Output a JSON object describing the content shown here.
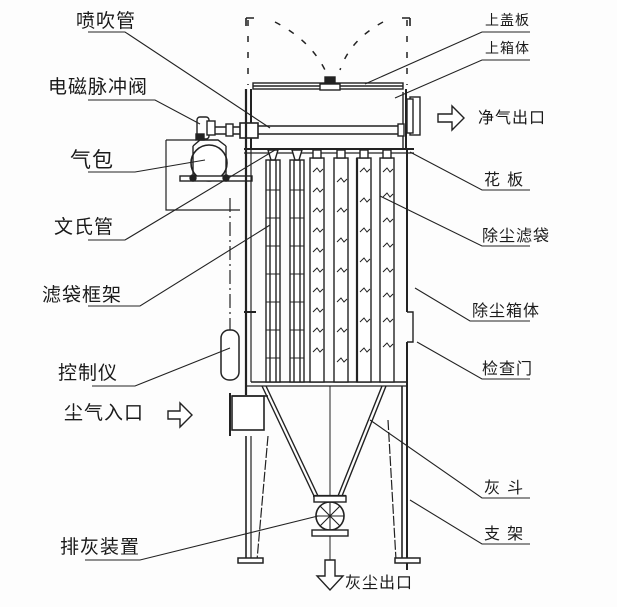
{
  "diagram": {
    "type": "schematic",
    "subject": "pulse-jet bag filter dust collector",
    "line_color": "#222222",
    "background": "#fdfdfd"
  },
  "labels_left": [
    {
      "id": "blow-pipe",
      "text": "喷吹管"
    },
    {
      "id": "solenoid-pulse-valve",
      "text": "电磁脉冲阀"
    },
    {
      "id": "air-bag",
      "text": "气包"
    },
    {
      "id": "venturi-tube",
      "text": "文氏管"
    },
    {
      "id": "filter-bag-cage",
      "text": "滤袋框架"
    },
    {
      "id": "controller",
      "text": "控制仪"
    },
    {
      "id": "discharge-device",
      "text": "排灰装置"
    }
  ],
  "labels_right": [
    {
      "id": "top-cover",
      "text": "上盖板"
    },
    {
      "id": "upper-box",
      "text": "上箱体"
    },
    {
      "id": "tube-sheet",
      "text": "花 板"
    },
    {
      "id": "filter-bag",
      "text": "除尘滤袋"
    },
    {
      "id": "dust-box",
      "text": "除尘箱体"
    },
    {
      "id": "inspection-door",
      "text": "检查门"
    },
    {
      "id": "ash-hopper",
      "text": "灰 斗"
    },
    {
      "id": "support",
      "text": "支 架"
    }
  ],
  "flows": {
    "clean_outlet": "净气出口",
    "dusty_inlet": "尘气入口",
    "dust_outlet": "灰尘出口"
  }
}
